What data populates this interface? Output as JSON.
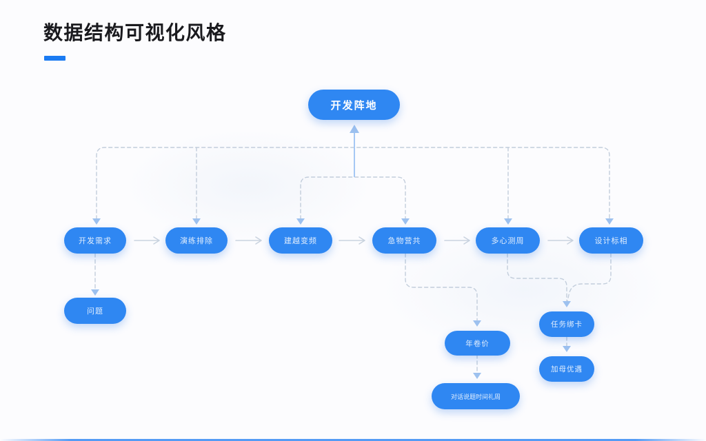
{
  "page": {
    "title": "数据结构可视化风格"
  },
  "colors": {
    "accent": "#1B7BF2",
    "node_blue": "#2F87F2",
    "connector": "#C2CDDB",
    "arrow_fill": "#9DC1EF",
    "row_arrow": "#C9D3DF",
    "up_line": "#A5C8F4",
    "title_color": "#1A1A1E",
    "background": "#FCFCFE"
  },
  "flowchart": {
    "root": {
      "label": "开发阵地"
    },
    "main_nodes": [
      {
        "label": "开发需求"
      },
      {
        "label": "演练排除"
      },
      {
        "label": "建越变频"
      },
      {
        "label": "急物营共"
      },
      {
        "label": "多心测周"
      },
      {
        "label": "设计标相"
      }
    ],
    "sub_nodes": {
      "below_first": {
        "label": "问题"
      },
      "mid_child": {
        "label": "年卷价"
      },
      "mid_grandchild": {
        "label": "对话说题时间礼周"
      },
      "right_child": {
        "label": "任务绑卡"
      },
      "right_grandchild": {
        "label": "加母优遇"
      }
    }
  }
}
